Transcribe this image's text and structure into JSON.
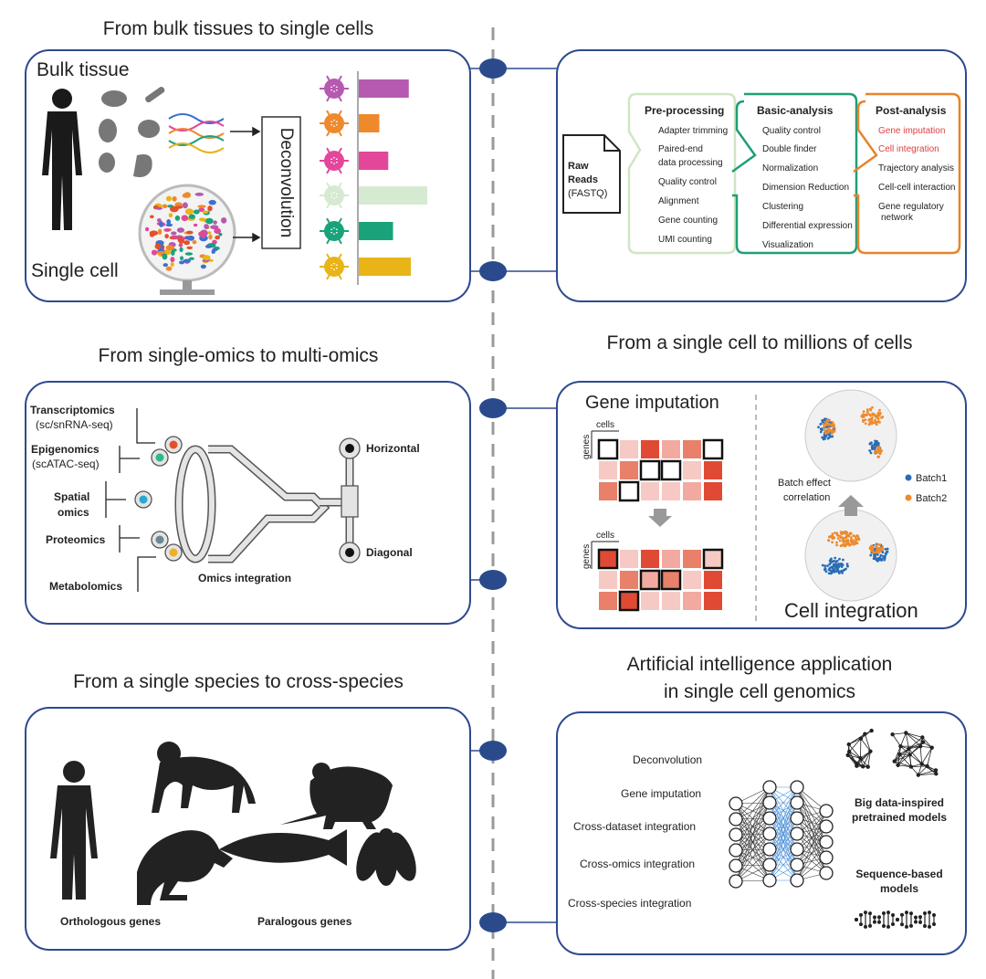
{
  "sections": {
    "bulk": {
      "title": "From bulk tissues to single cells",
      "bulk_label": "Bulk tissue",
      "single_label": "Single cell",
      "deconvolution": "Deconvolution",
      "bars": [
        {
          "color": "#b55ab0",
          "value": 0.73
        },
        {
          "color": "#ee8a2c",
          "value": 0.3
        },
        {
          "color": "#e2479a",
          "value": 0.43
        },
        {
          "color": "#d5ead0",
          "value": 1.0
        },
        {
          "color": "#1aa37a",
          "value": 0.5
        },
        {
          "color": "#e8b418",
          "value": 0.76
        }
      ]
    },
    "pipeline": {
      "raw": [
        "Raw",
        "Reads",
        "(FASTQ)"
      ],
      "pre": {
        "title": "Pre-processing",
        "items": [
          "Adapter trimming",
          "Paired-end",
          "data processing",
          "Quality control",
          "Alignment",
          "Gene counting",
          "UMI counting"
        ],
        "color": "#cfe6c4"
      },
      "basic": {
        "title": "Basic-analysis",
        "items": [
          "Quality control",
          "Double finder",
          "Normalization",
          "Dimension Reduction",
          "Clustering",
          "Differential expression",
          "Visualization"
        ],
        "color": "#1f9e78"
      },
      "post": {
        "title": "Post-analysis",
        "items": [
          "Gene imputation",
          "Cell integration",
          "Trajectory analysis",
          "Cell-cell interaction",
          "Gene regulatory",
          "network"
        ],
        "color": "#e9832a",
        "highlight": "#e0403f"
      }
    },
    "omics": {
      "title": "From single-omics to multi-omics",
      "inputs": [
        {
          "name": "Transcriptomics",
          "sub": "(sc/snRNA-seq)",
          "color": "#e2502b"
        },
        {
          "name": "Epigenomics",
          "sub": "(scATAC-seq)",
          "color": "#2fb88a"
        },
        {
          "name": "Spatial",
          "sub": "omics",
          "color": "#2aa9cf"
        },
        {
          "name": "Proteomics",
          "sub": "",
          "color": "#6b8890"
        },
        {
          "name": "Metabolomics",
          "sub": "",
          "color": "#f0b020"
        }
      ],
      "center": "Omics integration",
      "outputs": [
        "Horizontal",
        "Diagonal"
      ]
    },
    "millions": {
      "title": "From a single cell to millions of cells",
      "gene_imputation": "Gene imputation",
      "cells": "cells",
      "genes": "genes",
      "batch_effect": [
        "Batch effect",
        "correlation"
      ],
      "legend": [
        {
          "name": "Batch1",
          "color": "#2a6db5"
        },
        {
          "name": "Batch2",
          "color": "#ee8a2c"
        }
      ],
      "cell_integration": "Cell integration"
    },
    "species": {
      "title": "From a single species to cross-species",
      "labels": [
        "Orthologous genes",
        "Paralogous genes"
      ]
    },
    "ai": {
      "title": [
        "Artificial intelligence application",
        "in single cell genomics"
      ],
      "tasks": [
        "Deconvolution",
        "Gene imputation",
        "Cross-dataset integration",
        "Cross-omics integration",
        "Cross-species integration"
      ],
      "models": [
        [
          "Big data-inspired",
          "pretrained models"
        ],
        [
          "Sequence-based",
          "models"
        ]
      ]
    }
  },
  "colors": {
    "panel_border": "#2e4a8e",
    "dot": "#2b4a8c",
    "timeline": "#9a9a9a"
  }
}
